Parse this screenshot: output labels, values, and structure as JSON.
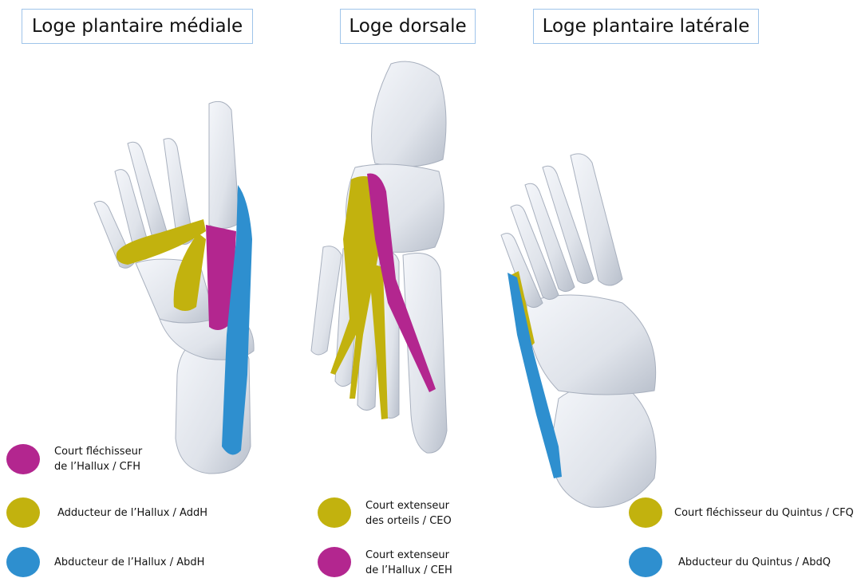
{
  "panels": [
    {
      "title": "Loge plantaire médiale"
    },
    {
      "title": "Loge dorsale"
    },
    {
      "title": "Loge plantaire latérale"
    }
  ],
  "legend": {
    "medial": [
      {
        "line1": "Court fléchisseur",
        "line2": "de l’Hallux / CFH",
        "color": "#b3268f"
      },
      {
        "line1": "Adducteur de l’Hallux / AddH",
        "line2": "",
        "color": "#c2b20e"
      },
      {
        "line1": "Abducteur de l’Hallux / AbdH",
        "line2": "",
        "color": "#2e8fcf"
      }
    ],
    "dorsal": [
      {
        "line1": "Court extenseur",
        "line2": "des orteils / CEO",
        "color": "#c2b20e"
      },
      {
        "line1": "Court extenseur",
        "line2": "de l’Hallux / CEH",
        "color": "#b3268f"
      }
    ],
    "lateral": [
      {
        "line1": "Court fléchisseur du Quintus / CFQ",
        "line2": "",
        "color": "#c2b20e"
      },
      {
        "line1": "Abducteur du Quintus / AbdQ",
        "line2": "",
        "color": "#2e8fcf"
      }
    ]
  },
  "colors": {
    "bone": "#e4e8ef",
    "bone_shade": "#b8bfcc",
    "magenta": "#b3268f",
    "yellow": "#c2b20e",
    "blue": "#2e8fcf",
    "title_border": "#9fc4ea"
  }
}
